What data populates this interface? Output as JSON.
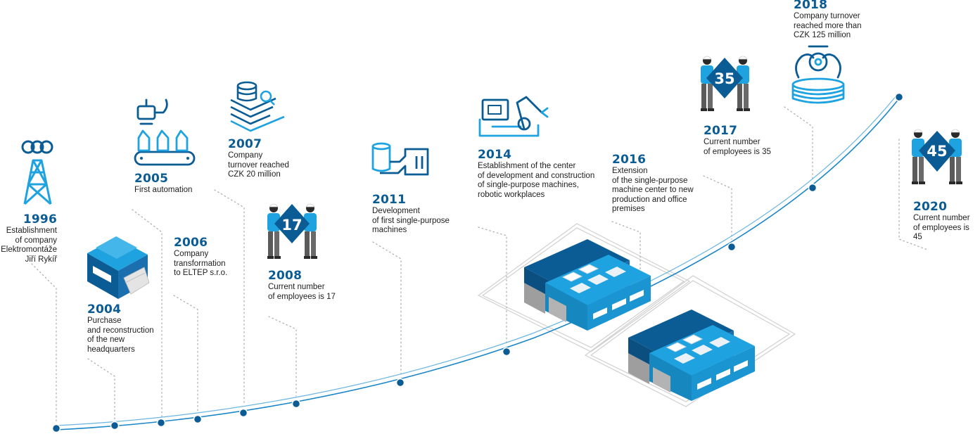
{
  "colors": {
    "dark_blue": "#0b5c94",
    "light_blue": "#1ea3e0",
    "gray_dots": "#a8a8a8",
    "line": "#a9cfe8"
  },
  "events": [
    {
      "year": "1996",
      "text": "Establishment\nof company\nElektromontáže\nJiří Rykíř",
      "icon": "transmission-tower-icon"
    },
    {
      "year": "2004",
      "text": "Purchase\nand reconstruction\nof the new\nheadquarters",
      "icon": "headquarters-building-icon"
    },
    {
      "year": "2005",
      "text": "First automation",
      "icon": "automation-conveyor-icon"
    },
    {
      "year": "2006",
      "text": "Company\ntransformation\nto ELTEP s.r.o.",
      "icon": ""
    },
    {
      "year": "2007",
      "text": "Company\nturnover reached\nCZK 20 million",
      "icon": "coin-stack-icon"
    },
    {
      "year": "2008",
      "text": "Current number\nof employees is 17",
      "icon": "workers-badge-icon",
      "badge": "17"
    },
    {
      "year": "2011",
      "text": "Development\nof first single-purpose\nmachines",
      "icon": "single-purpose-machine-icon"
    },
    {
      "year": "2014",
      "text": "Establishment of the center\nof development and construction\nof single-purpose machines,\nrobotic workplaces",
      "icon": "robotic-arm-icon"
    },
    {
      "year": "2016",
      "text": "Extension\nof the single-purpose\nmachine center to new\nproduction and office\npremises",
      "icon": "factory-buildings-icon"
    },
    {
      "year": "2017",
      "text": "Current number\nof employees is 35",
      "icon": "workers-badge-icon",
      "badge": "35"
    },
    {
      "year": "2018",
      "text": "Company turnover\nreached more than\nCZK 125 million",
      "icon": "coins-robot-icon"
    },
    {
      "year": "2020",
      "text": "Current number\nof employees is 45",
      "icon": "workers-badge-icon",
      "badge": "45"
    }
  ]
}
